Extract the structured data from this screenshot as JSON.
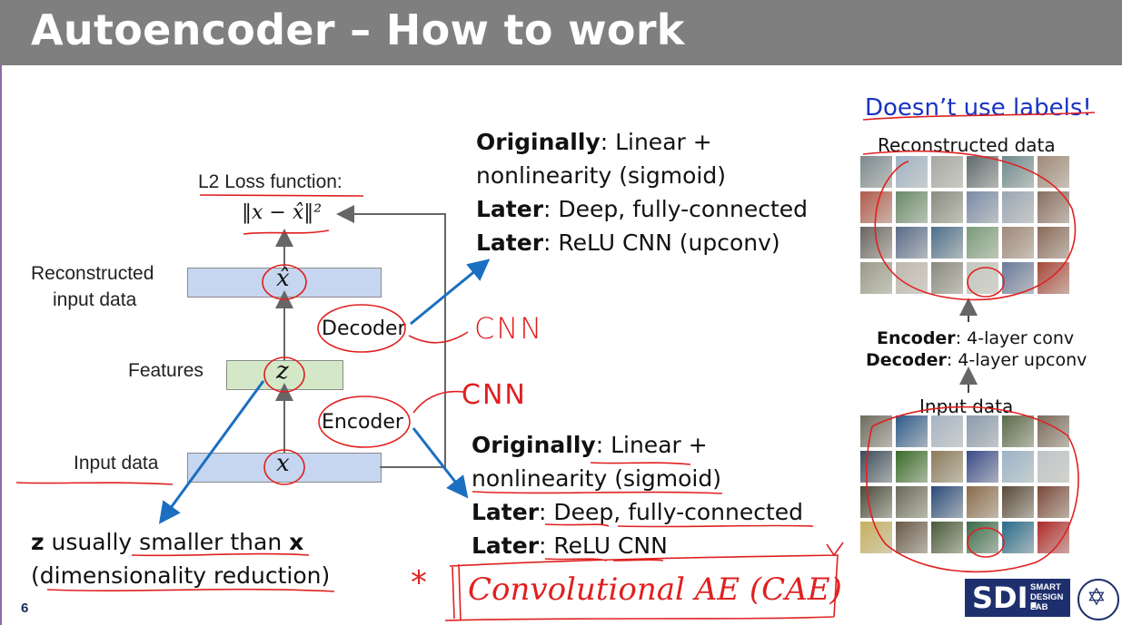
{
  "slide": {
    "title": "Autoencoder – How to work",
    "page_number": "6"
  },
  "diagram": {
    "loss_label": "L2 Loss function:",
    "loss_formula": "‖x − x̂‖²",
    "reconstructed_label_1": "Reconstructed",
    "reconstructed_label_2": "input data",
    "features_label": "Features",
    "input_label": "Input data",
    "x_hat_symbol": "x̂",
    "z_symbol": "z",
    "x_symbol": "x",
    "decoder_label": "Decoder",
    "encoder_label": "Encoder"
  },
  "decoder_notes": {
    "line1_bold": "Originally",
    "line1_rest": ": Linear +",
    "line2": "nonlinearity (sigmoid)",
    "line3_bold": "Later",
    "line3_rest": ": Deep, fully-connected",
    "line4_bold": "Later",
    "line4_rest": ": ReLU CNN (upconv)"
  },
  "encoder_notes": {
    "line1_bold": "Originally",
    "line1_rest": ": Linear +",
    "line2": "nonlinearity (sigmoid)",
    "line3_bold": "Later",
    "line3_rest": ": Deep, fully-connected",
    "line4_bold": "Later",
    "line4_rest": ": ReLU CNN"
  },
  "bottom_note": {
    "z_bold": "z",
    "middle": " usually smaller than ",
    "x_bold": "x",
    "line2": "(dimensionality reduction)"
  },
  "handwriting": {
    "cnn_decoder": "CNN",
    "cnn_encoder": "CNN",
    "cae": "Convolutional AE (CAE)",
    "asterisk": "*",
    "no_labels": "Doesn’t use labels!"
  },
  "right_panel": {
    "reconstructed_title": "Reconstructed data",
    "encoder_bold": "Encoder",
    "encoder_rest": ": 4-layer conv",
    "decoder_bold": "Decoder",
    "decoder_rest": ": 4-layer upconv",
    "input_title": "Input data"
  },
  "logo": {
    "mark": "SDI.",
    "sub1": "SMART",
    "sub2": "DESIGN",
    "sub3": "LAB"
  },
  "thumbnails": {
    "reconstructed": [
      "#7d8a8f",
      "#9fb2c6",
      "#a6a8a2",
      "#5f6a6e",
      "#6f8a8e",
      "#a08a78",
      "#b05a4a",
      "#6a8a6a",
      "#8a8c80",
      "#7a8aa8",
      "#9aa6b4",
      "#8a6e62",
      "#6a6460",
      "#5a6a8a",
      "#4e6e8a",
      "#7a9a7a",
      "#a0887a",
      "#8a6a5a",
      "#9a9a8a",
      "#c0b8b0",
      "#8a8a80",
      "#c4c8c0",
      "#6a7a9a",
      "#a8483a"
    ],
    "input": [
      "#6e6a5e",
      "#2e5a8a",
      "#a8b4c4",
      "#8a9aae",
      "#5a6a4a",
      "#7a6a5a",
      "#3a4a5a",
      "#3a6a2a",
      "#8a7a5a",
      "#3a4a8a",
      "#9ab4c8",
      "#c0c4c8",
      "#4a4a3a",
      "#6a6a5a",
      "#2a4a7a",
      "#8a6a4a",
      "#5a4a3a",
      "#7a4a3a",
      "#c8b060",
      "#6a5a4a",
      "#4a5a3a",
      "#3a6a4a",
      "#2a6a8a",
      "#b02a2a"
    ]
  }
}
